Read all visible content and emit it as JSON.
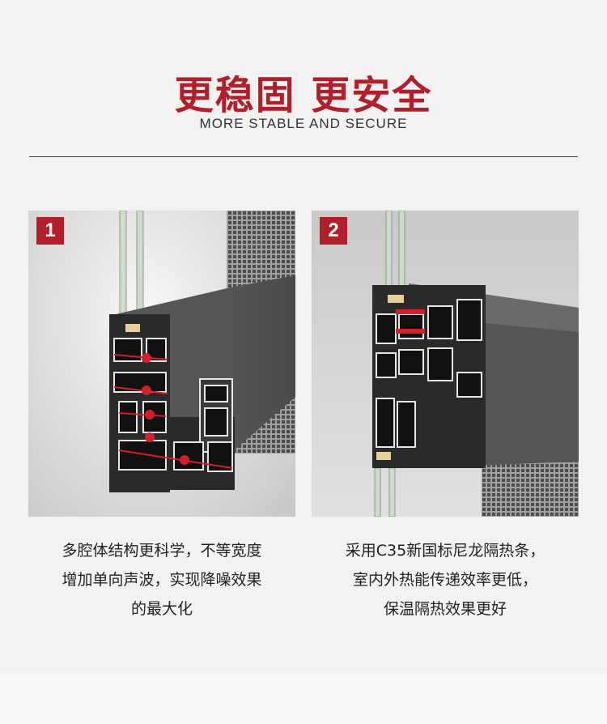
{
  "header": {
    "title": "更稳固 更安全",
    "subtitle": "MORE STABLE AND SECURE"
  },
  "panels": [
    {
      "badge": "1",
      "caption_lines": [
        "多腔体结构更科学，不等宽度",
        "增加单向声波，实现降噪效果",
        "的最大化"
      ]
    },
    {
      "badge": "2",
      "caption_lines": [
        "采用C35新国标尼龙隔热条，",
        "室内外热能传递效率更低，",
        "保温隔热效果更好"
      ]
    }
  ],
  "colors": {
    "accent": "#b21e2a",
    "profile_dark": "#3a3a3a",
    "profile_face": "#5a5a5a"
  }
}
